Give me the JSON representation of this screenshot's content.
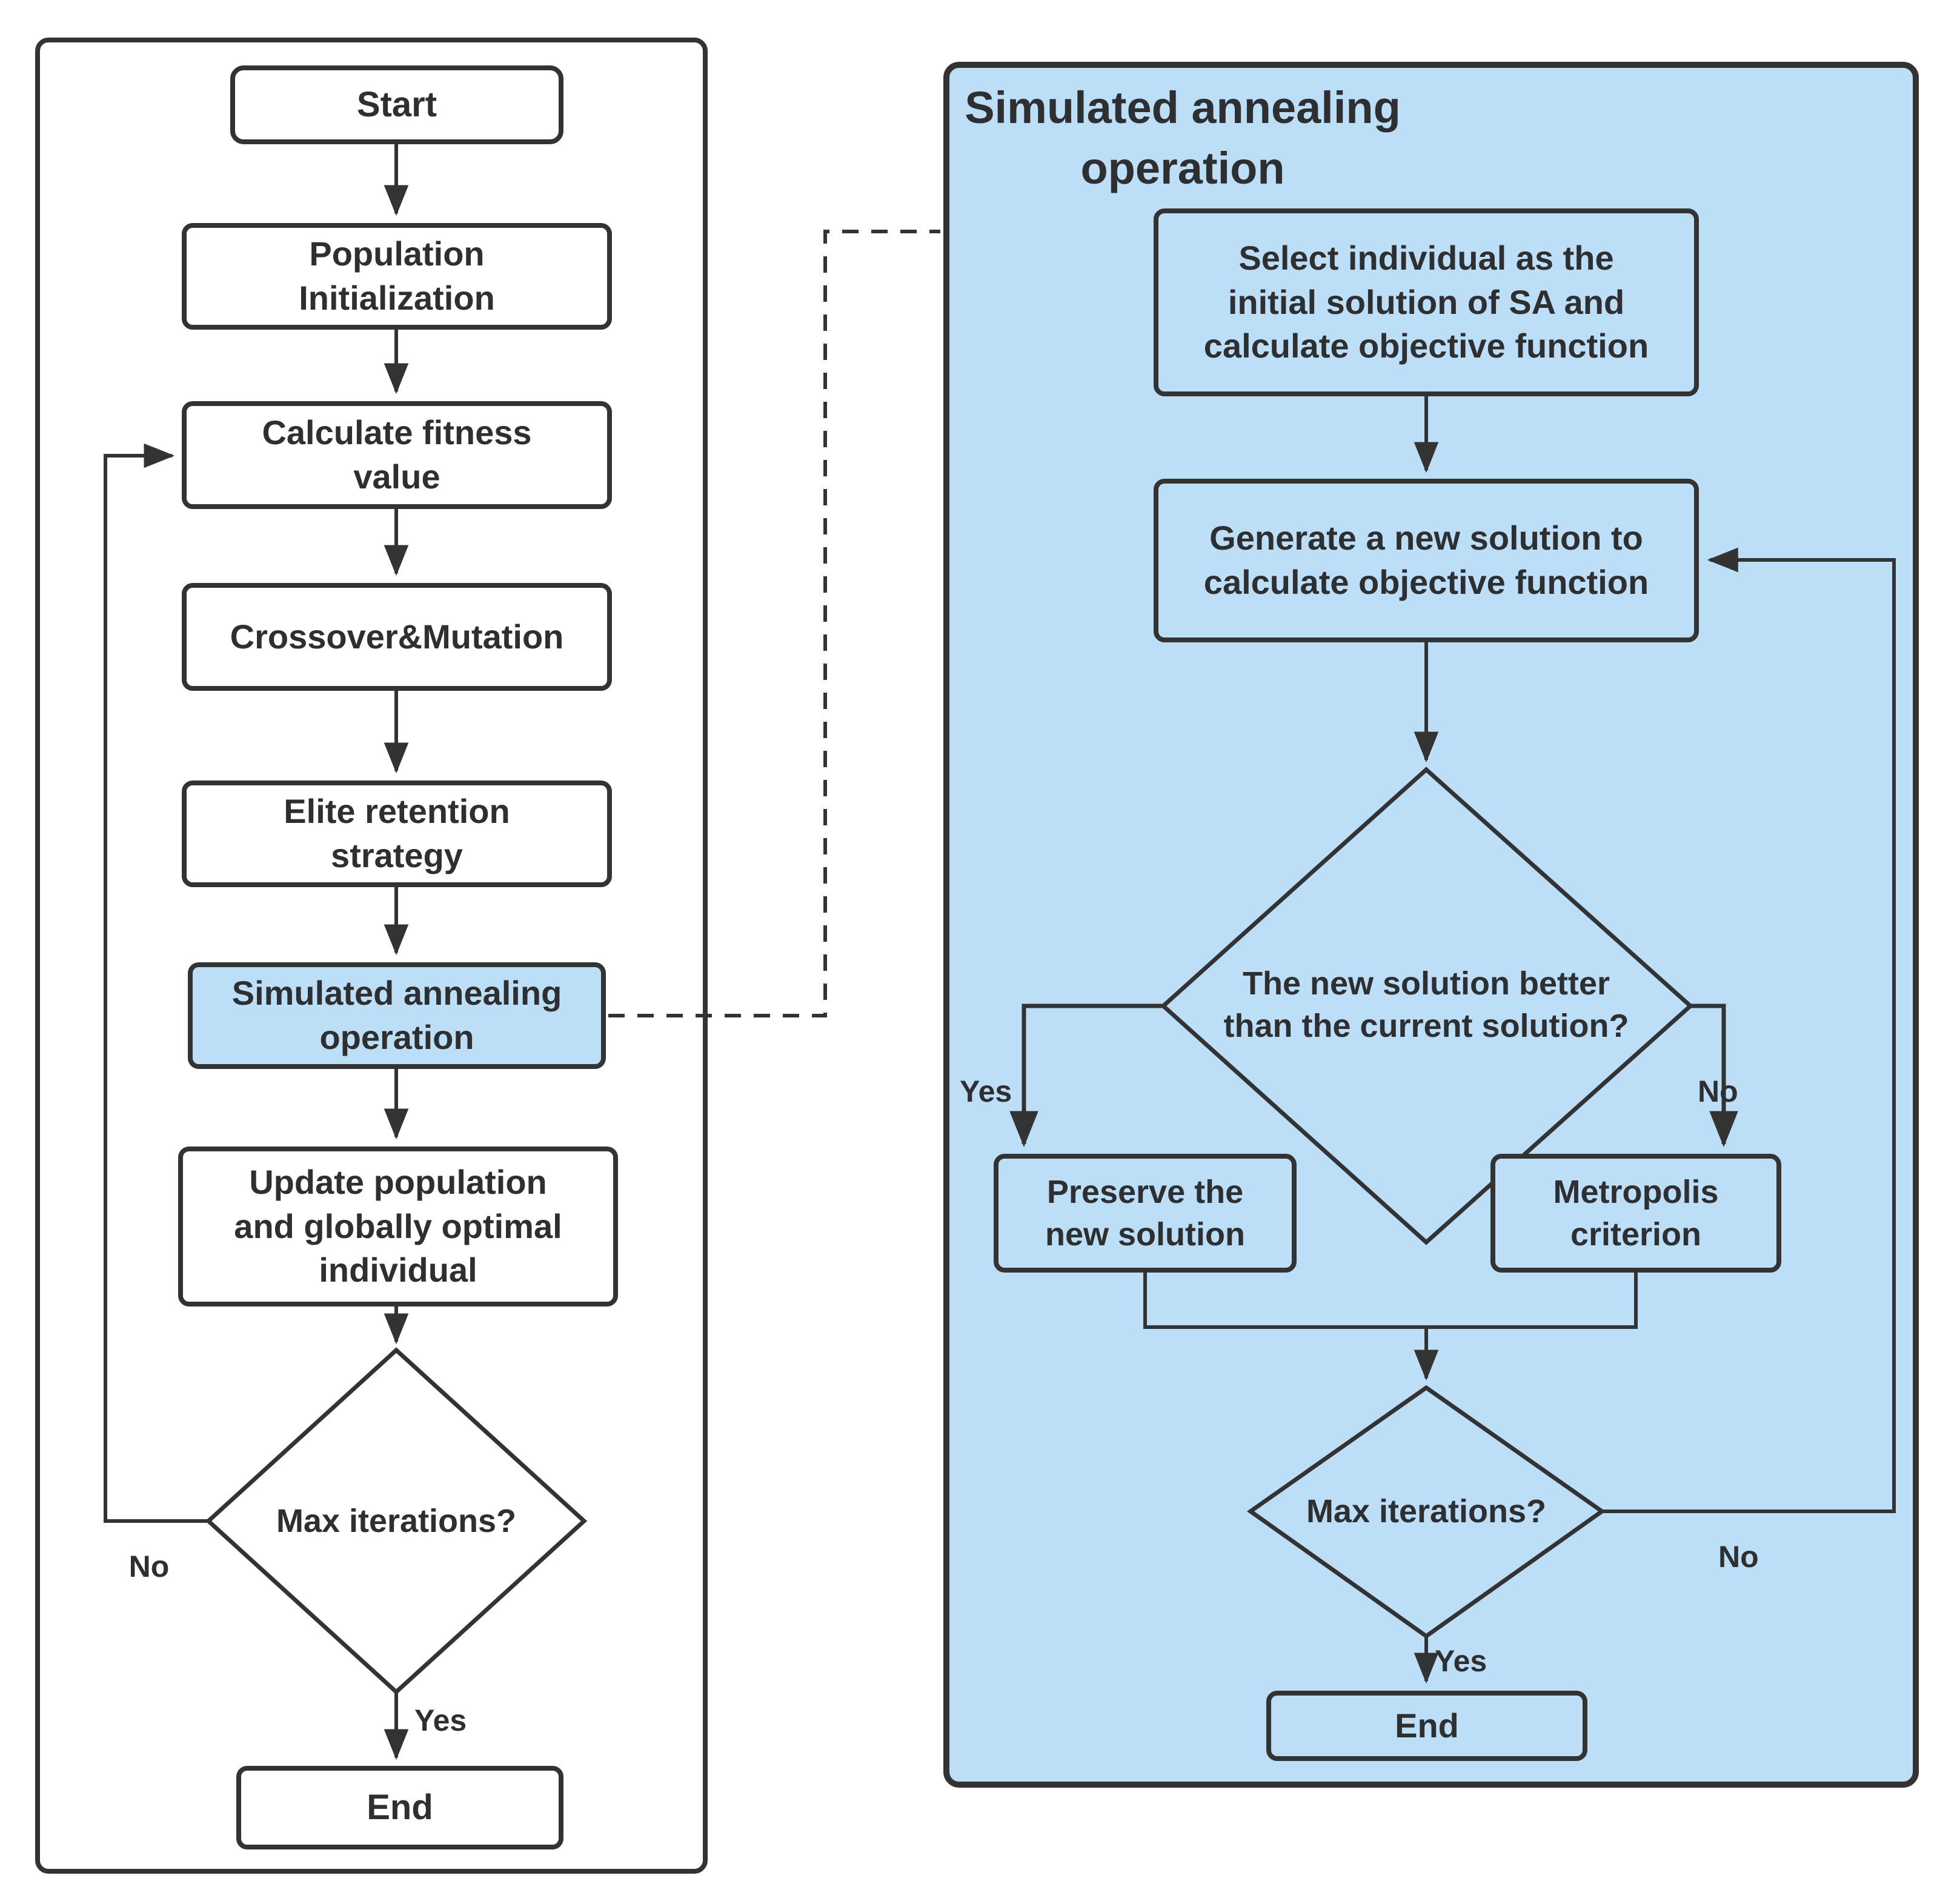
{
  "colors": {
    "panel_blue": "#BDDEF7",
    "line": "#333333",
    "node_bg": "#FFFFFF",
    "text": "#2E2F31"
  },
  "left_panel": {
    "nodes": {
      "start": "Start",
      "population": "Population\nInitialization",
      "calculate": "Calculate fitness\nvalue",
      "crossover": "Crossover&Mutation",
      "elite": "Elite retention\nstrategy",
      "sa": "Simulated annealing\noperation",
      "update": "Update population\nand globally optimal\nindividual",
      "decision": "Max iterations?",
      "end": "End"
    },
    "labels": {
      "no": "No",
      "yes": "Yes"
    }
  },
  "right_panel": {
    "title": "Simulated annealing\noperation",
    "nodes": {
      "select": "Select individual as the\ninitial solution of SA and\ncalculate objective function",
      "generate": "Generate a new solution to\ncalculate objective function",
      "better": "The new solution better\nthan the  current solution?",
      "preserve": "Preserve the\nnew solution",
      "metropolis": "Metropolis\ncriterion",
      "decision": "Max iterations?",
      "end": "End"
    },
    "labels": {
      "better_yes": "Yes",
      "better_no": "No",
      "max_yes": "Yes",
      "max_no": "No"
    }
  }
}
